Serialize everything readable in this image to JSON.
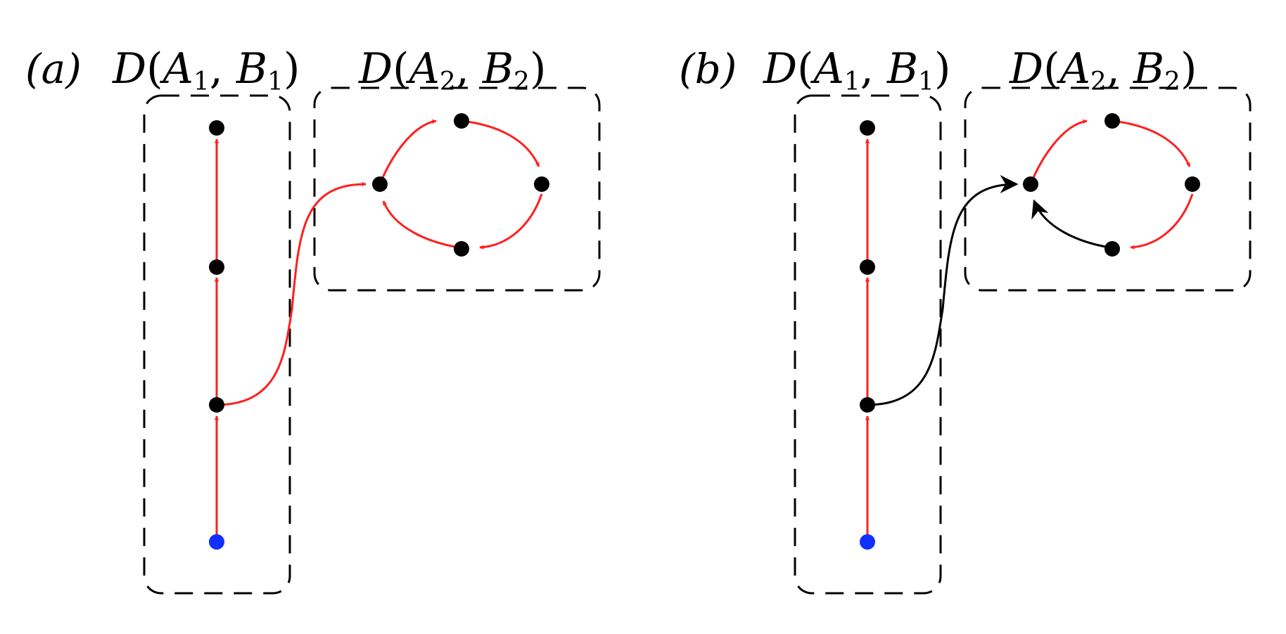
{
  "colors": {
    "red": "#ff1f1f",
    "black": "#000000",
    "blue": "#1030ff"
  },
  "panels": [
    {
      "label": "(a)",
      "box1": {
        "calligraphic": "D",
        "open": "(",
        "a": "A",
        "a_sub": "1",
        "sep": ", ",
        "b": "B",
        "b_sub": "1",
        "close": ")"
      },
      "box2": {
        "calligraphic": "D",
        "open": "(",
        "a": "A",
        "a_sub": "2",
        "sep": ", ",
        "b": "B",
        "b_sub": "2",
        "close": ")"
      },
      "edges": {
        "chain_0_1": "red",
        "chain_1_2": "red",
        "chain_2_3": "red",
        "bridge": "red",
        "cycle_top_left": "red",
        "cycle_top_right": "red",
        "cycle_bottom_right": "red",
        "cycle_bottom_left": "red"
      },
      "nodes": {
        "root": "blue"
      }
    },
    {
      "label": "(b)",
      "box1": {
        "calligraphic": "D",
        "open": "(",
        "a": "A",
        "a_sub": "1",
        "sep": ", ",
        "b": "B",
        "b_sub": "1",
        "close": ")"
      },
      "box2": {
        "calligraphic": "D",
        "open": "(",
        "a": "A",
        "a_sub": "2",
        "sep": ", ",
        "b": "B",
        "b_sub": "2",
        "close": ")"
      },
      "edges": {
        "chain_0_1": "red",
        "chain_1_2": "red",
        "chain_2_3": "red",
        "bridge": "black",
        "cycle_top_left": "red",
        "cycle_top_right": "red",
        "cycle_bottom_right": "red",
        "cycle_bottom_left": "black"
      },
      "nodes": {
        "root": "blue"
      }
    }
  ]
}
